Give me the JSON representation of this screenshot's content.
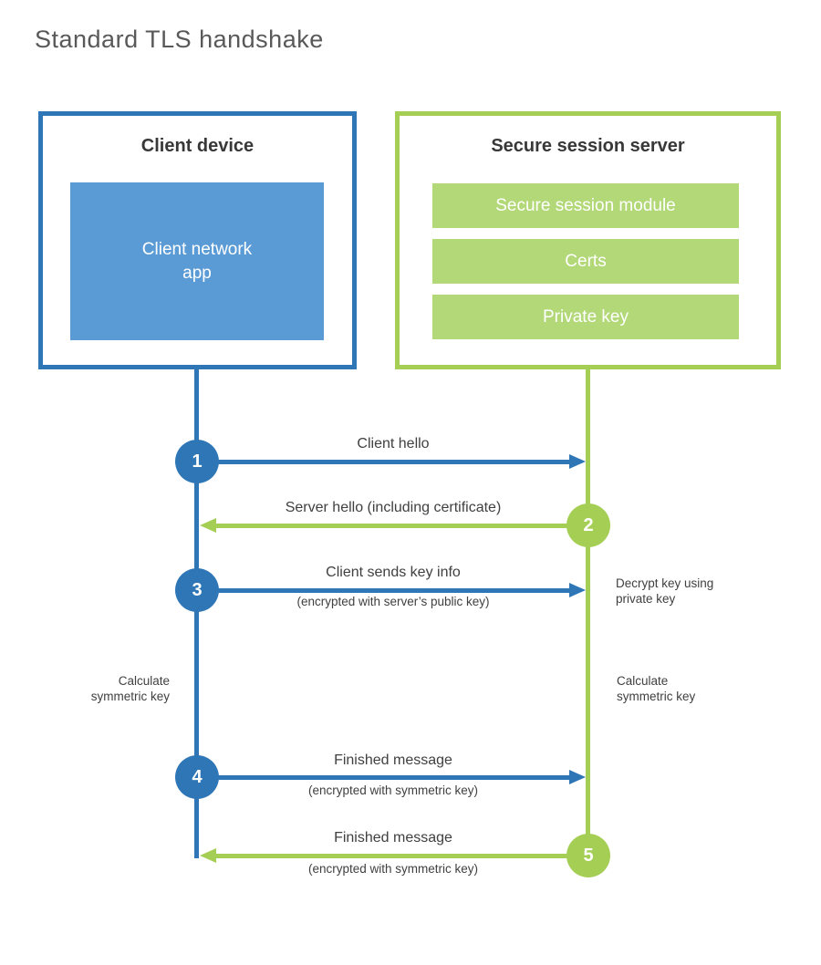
{
  "title": "Standard TLS handshake",
  "colors": {
    "blue": "#2e76b6",
    "blue_fill": "#5b9bd5",
    "green": "#a5ce55",
    "green_fill": "#b2d878",
    "text_dark": "#404040",
    "title_gray": "#595959"
  },
  "client": {
    "heading": "Client device",
    "module": "Client network\napp"
  },
  "server": {
    "heading": "Secure session server",
    "modules": [
      "Secure session module",
      "Certs",
      "Private key"
    ]
  },
  "steps": [
    {
      "num": "1",
      "label": "Client hello",
      "direction": "client-to-server"
    },
    {
      "num": "2",
      "label": "Server hello (including certificate)",
      "direction": "server-to-client"
    },
    {
      "num": "3",
      "label": "Client sends key info",
      "sublabel": "(encrypted with server’s public key)",
      "note": "Decrypt key using\nprivate key",
      "direction": "client-to-server"
    },
    {
      "num": "4",
      "label": "Finished message",
      "sublabel": "(encrypted with symmetric key)",
      "direction": "client-to-server"
    },
    {
      "num": "5",
      "label": "Finished message",
      "sublabel": "(encrypted with symmetric key)",
      "direction": "server-to-client"
    }
  ],
  "annotations": {
    "client_calc": "Calculate\nsymmetric key",
    "server_calc": "Calculate\nsymmetric key"
  }
}
